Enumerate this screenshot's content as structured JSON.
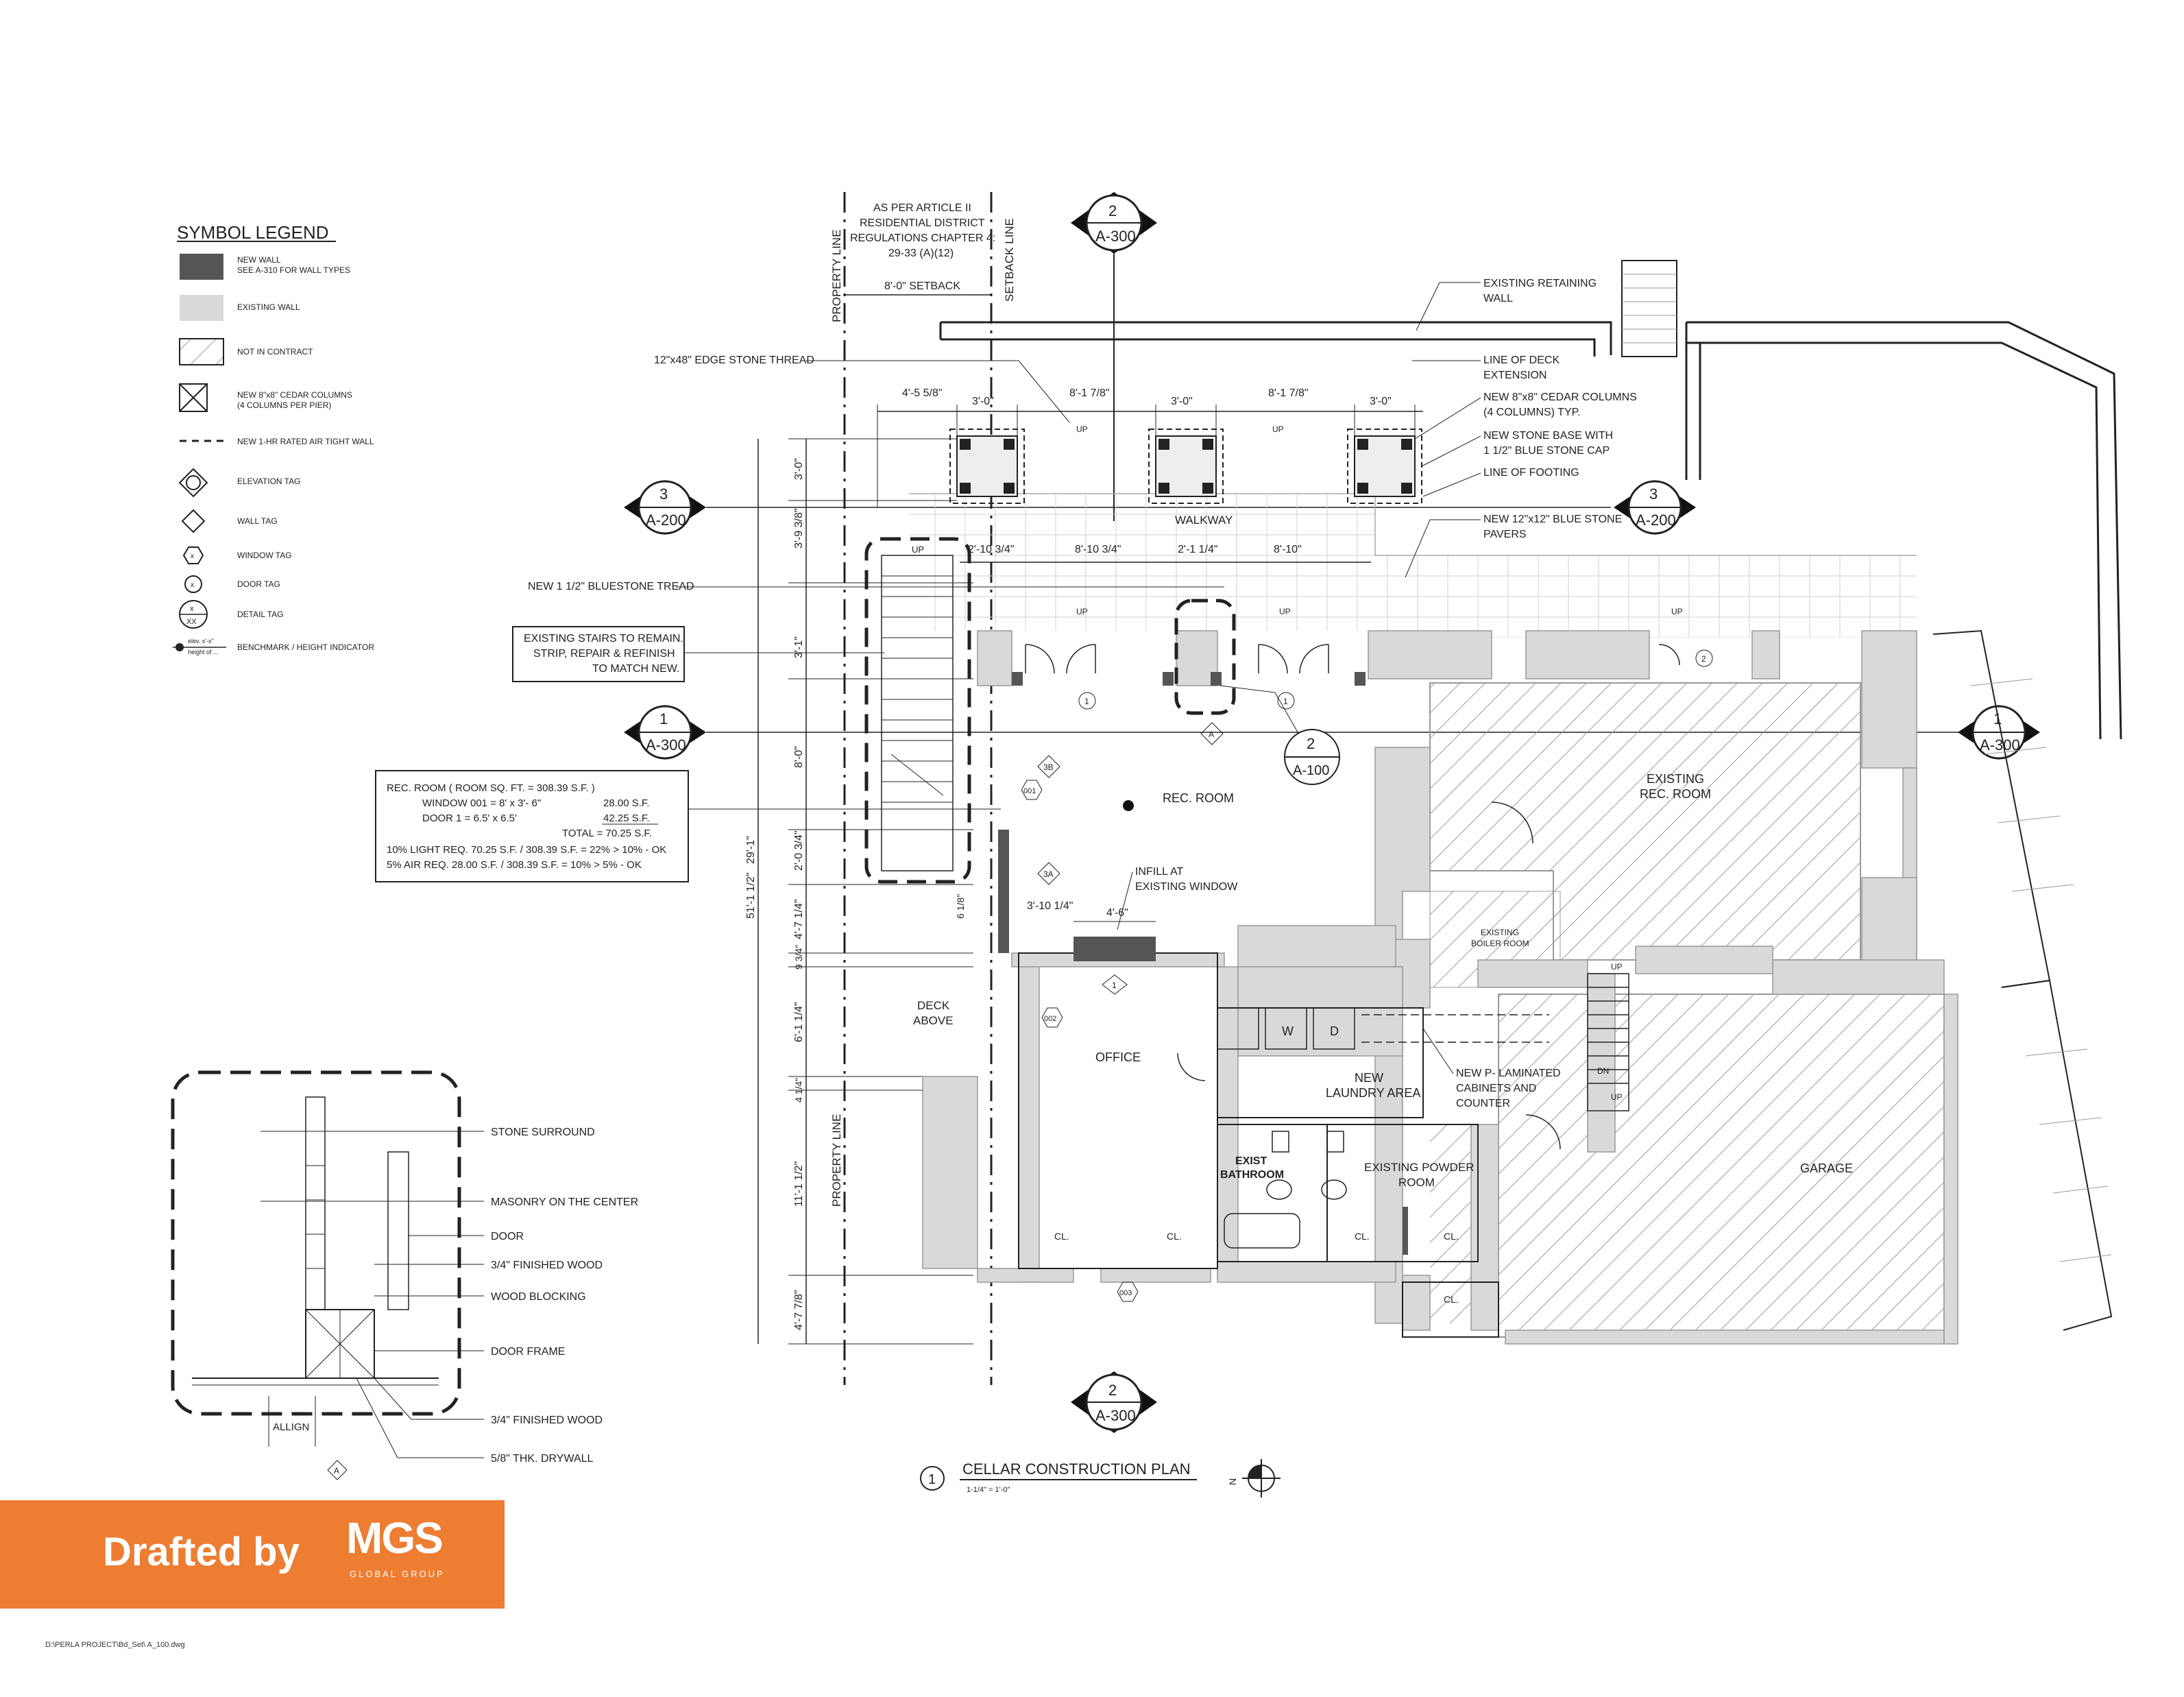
{
  "legend": {
    "title": "SYMBOL LEGEND",
    "items": [
      {
        "line1": "NEW WALL",
        "line2": "SEE A-310 FOR WALL TYPES"
      },
      {
        "line1": "EXISTING WALL",
        "line2": ""
      },
      {
        "line1": "NOT IN CONTRACT",
        "line2": ""
      },
      {
        "line1": "NEW 8\"x8\" CEDAR COLUMNS",
        "line2": "(4 COLUMNS PER PIER)"
      },
      {
        "line1": "NEW 1-HR RATED AIR TIGHT WALL",
        "line2": ""
      },
      {
        "line1": "ELEVATION TAG",
        "line2": ""
      },
      {
        "line1": "WALL TAG",
        "line2": ""
      },
      {
        "line1": "WINDOW TAG",
        "line2": ""
      },
      {
        "line1": "DOOR TAG",
        "line2": ""
      },
      {
        "line1": "DETAIL TAG",
        "line2": ""
      },
      {
        "line1": "BENCHMARK / HEIGHT INDICATOR",
        "line2": ""
      }
    ],
    "tag_x": "x",
    "tag_xx": "XX",
    "bench_elev": "elev. x'-x\"",
    "bench_height": "height of ..."
  },
  "zoning_note": [
    "AS PER ARTICLE II",
    "RESIDENTIAL DISTRICT",
    "REGULATIONS CHAPTER 4:",
    "29-33 (A)(12)"
  ],
  "setback_dim": "8'-0\" SETBACK",
  "property_line": "PROPERTY LINE",
  "setback_line": "SETBACK LINE",
  "tags": {
    "top": {
      "num": "2",
      "sheet": "A-300"
    },
    "bottom": {
      "num": "2",
      "sheet": "A-300"
    },
    "left_3": {
      "num": "3",
      "sheet": "A-200"
    },
    "right_3": {
      "num": "3",
      "sheet": "A-200"
    },
    "left_1": {
      "num": "1",
      "sheet": "A-300"
    },
    "right_1": {
      "num": "1",
      "sheet": "A-300"
    },
    "detail": {
      "num": "2",
      "sheet": "A-100"
    }
  },
  "callouts": {
    "retaining_wall": [
      "EXISTING RETAINING",
      "WALL"
    ],
    "edge_stone": "12\"x48\" EDGE STONE THREAD",
    "deck_ext": [
      "LINE OF DECK",
      "EXTENSION"
    ],
    "cedar_cols": [
      "NEW 8\"x8\" CEDAR COLUMNS",
      "(4 COLUMNS) TYP."
    ],
    "stone_base": "NEW STONE BASE WITH",
    "blue_cap": "1 1/2\" BLUE STONE CAP",
    "footing": "LINE OF FOOTING",
    "pavers": [
      "NEW 12\"x12\" BLUE STONE",
      "PAVERS"
    ],
    "bluestone_tread": "NEW 1 1/2\" BLUESTONE TREAD",
    "stairs_note": [
      "EXISTING STAIRS TO REMAIN.",
      "STRIP, REPAIR & REFINISH",
      "TO MATCH NEW."
    ],
    "infill": [
      "INFILL AT",
      "EXISTING WINDOW"
    ],
    "laminated": [
      "NEW P- LAMINATED",
      "CABINETS AND",
      "COUNTER"
    ]
  },
  "room_calc": {
    "lines": [
      "REC. ROOM   ( ROOM SQ. FT. = 308.39 S.F. )",
      "WINDOW 001  = 8' x 3'- 6\"",
      "DOOR 1         = 6.5' x 6.5'",
      "TOTAL  = 70.25 S.F.",
      "10% LIGHT REQ. 70.25 S.F. / 308.39 S.F. = 22% > 10% - OK",
      "5% AIR REQ. 28.00 S.F. / 308.39 S.F. = 10% > 5% - OK"
    ],
    "window_area": "28.00 S.F.",
    "door_area": "42.25 S.F."
  },
  "rooms": {
    "walkway": "WALKWAY",
    "rec_room": "REC. ROOM",
    "existing_rec": [
      "EXISTING",
      "REC. ROOM"
    ],
    "boiler": [
      "EXISTING",
      "BOILER ROOM"
    ],
    "deck": [
      "DECK",
      "ABOVE"
    ],
    "office": "OFFICE",
    "laundry": [
      "NEW",
      "LAUNDRY AREA"
    ],
    "powder": [
      "EXISTING POWDER",
      "ROOM"
    ],
    "bath": [
      "EXIST",
      "BATHROOM"
    ],
    "garage": "GARAGE",
    "closet": "CL.",
    "washer": "W",
    "dryer": "D",
    "up": "UP",
    "dn": "DN"
  },
  "dims": {
    "d1": "4'-5 5/8\"",
    "d2": "3'-0\"",
    "d3": "8'-1 7/8\"",
    "d4": "3'-0\"",
    "d5": "8'-1 7/8\"",
    "d6": "3'-0\"",
    "d7": "2'-10 3/4\"",
    "d8": "8'-10 3/4\"",
    "d9": "2'-1 1/4\"",
    "d10": "8'-10\"",
    "v1": "3'-0\"",
    "v2": "3'-9 3/8\"",
    "v3": "3'-1\"",
    "v4": "8'-0\"",
    "v5": "2'-0 3/4\"",
    "v6": "4'-7 1/4\"",
    "v7": "9 3/4\"",
    "v8": "6'-1 1/4\"",
    "v9": "4 1/4\"",
    "v10": "11'-1 1/2\"",
    "v11": "4'-7 7/8\"",
    "v_total": "51'-1 1/2\"",
    "v_mid": "29'-1\"",
    "infill_w": "3'-10 1/4\"",
    "infill_w2": "4'-6\"",
    "small": "6 1/8\""
  },
  "marks": {
    "w001": "001",
    "w002": "002",
    "w003": "003",
    "wall3b": "3B",
    "wall3a": "3A",
    "door1": "1",
    "door2": "2",
    "detailA": "A"
  },
  "detail": {
    "labels": [
      "STONE SURROUND",
      "MASONRY ON THE CENTER",
      "DOOR",
      "3/4\" FINISHED WOOD",
      "WOOD BLOCKING",
      "DOOR FRAME",
      "3/4\" FINISHED WOOD",
      "5/8\" THK. DRYWALL"
    ],
    "allign": "ALLIGN",
    "tag": "A"
  },
  "plan_title": {
    "num": "1",
    "title": "CELLAR CONSTRUCTION PLAN",
    "scale": "1-1/4\" = 1'-0\"",
    "north": "N"
  },
  "brand": {
    "drafted": "Drafted by",
    "logo": "MGS",
    "logo_sub": "GLOBAL GROUP"
  },
  "file_path": "D:\\PERLA PROJECT\\Bd_Set\\ A_100.dwg",
  "colors": {
    "new_wall": "#555555",
    "existing_wall": "#d9d9d9",
    "line": "#222222",
    "brand": "#ed7d31"
  }
}
